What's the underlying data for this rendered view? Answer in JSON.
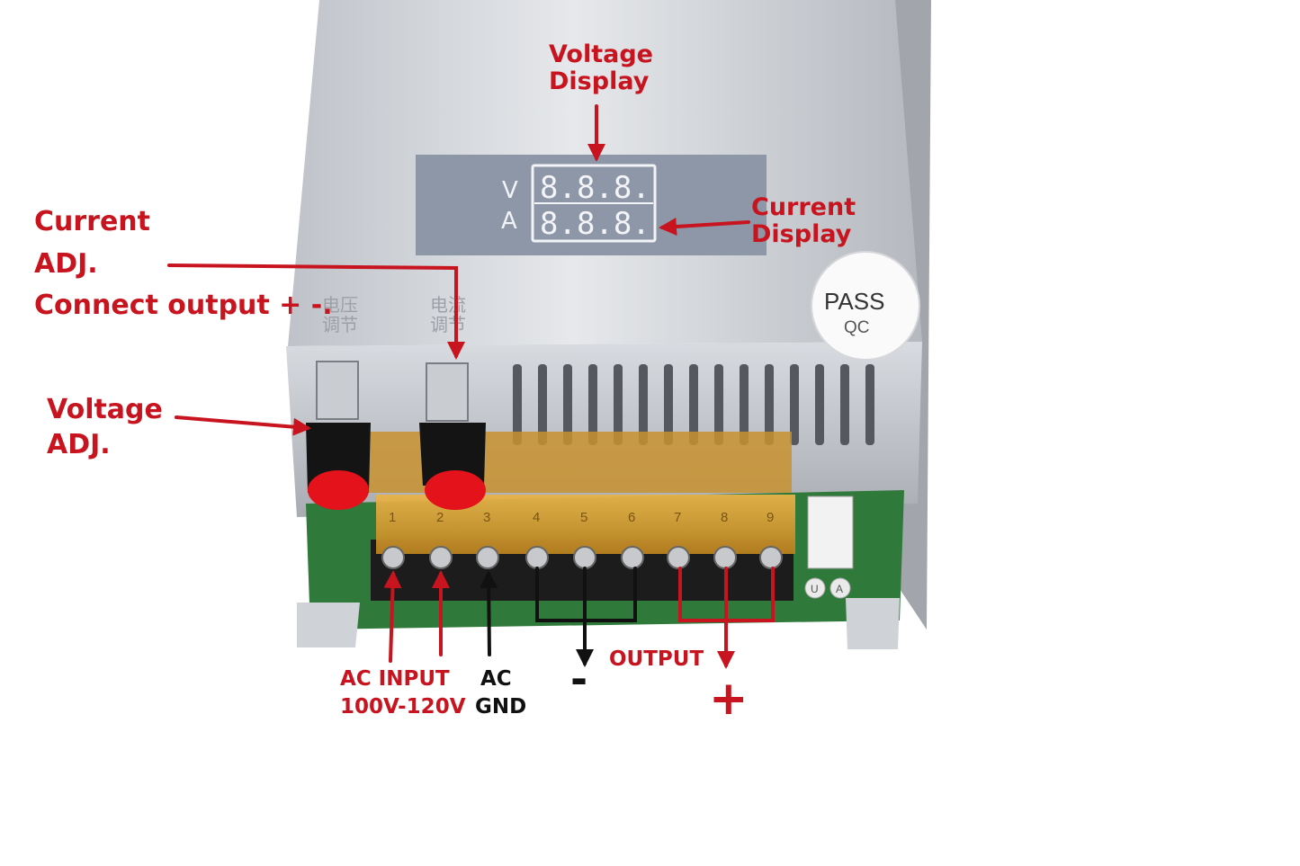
{
  "colors": {
    "annotation_red": "#c8141e",
    "annotation_black": "#111111",
    "chassis": "#cfd2d7",
    "display_panel": "#8e97a8",
    "knob_cap": "#e3121b",
    "terminal_cover": "#d9a235",
    "pcb": "#2f7a3b"
  },
  "device": {
    "display": {
      "voltage_letter": "V",
      "current_letter": "A",
      "voltage_digits": "8.8.8.",
      "current_digits": "8.8.8."
    },
    "knob_labels": {
      "voltage_knob": "电压\n调节",
      "current_knob": "电流\n调节"
    },
    "qc_sticker": {
      "line1": "PASS",
      "line2": "QC"
    },
    "terminal_numbers": [
      "1",
      "2",
      "3",
      "4",
      "5",
      "6",
      "7",
      "8",
      "9"
    ],
    "connector_marks": [
      "U",
      "A"
    ]
  },
  "annotations": {
    "voltage_display": {
      "line1": "Voltage",
      "line2": "Display"
    },
    "current_display": {
      "line1": "Current",
      "line2": "Display"
    },
    "current_adj": {
      "line1": "Current",
      "line2": "ADJ.",
      "line3": "Connect output + -."
    },
    "voltage_adj": {
      "line1": "Voltage",
      "line2": "ADJ."
    },
    "ac_input": {
      "line1": "AC INPUT",
      "line2": "100V-120V"
    },
    "ac_gnd": {
      "line1": "AC",
      "line2": "GND"
    },
    "output": "OUTPUT",
    "minus": "-",
    "plus": "+"
  }
}
